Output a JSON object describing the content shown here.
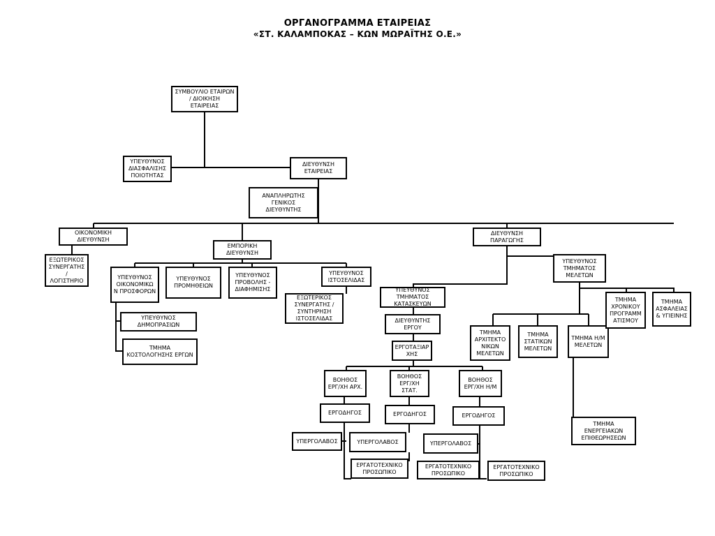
{
  "title_line1": "ΟΡΓΑΝΟΓΡΑΜΜΑ ΕΤΑΙΡΕΙΑΣ",
  "title_line2": "«ΣΤ. ΚΑΛΑΜΠΟΚΑΣ – ΚΩΝ ΜΩΡΑΪΤΗΣ Ο.Ε.»",
  "nodes": {
    "board": "ΣΥΜΒΟΥΛΙΟ ΕΤΑΙΡΩΝ\n/ ΔΙΟΙΚΗΣΗ\nΕΤΑΙΡΕΙΑΣ",
    "quality": "ΥΠΕΥΘΥΝΟΣ\nΔΙΑΣΦΑΛΙΣΗΣ\nΠΟΙΟΤΗΤΑΣ",
    "management": "ΔΙΕΥΘΥΝΣΗ\nΕΤΑΙΡΕΙΑΣ",
    "deputy": "ΑΝΑΠΛΗΡΩΤΗΣ\nΓΕΝΙΚΟΣ\nΔΙΕΥΘΥΝΤΗΣ",
    "finance": "ΟΙΚΟΝΟΜΙΚΗ\nΔΙΕΥΘΥΝΣΗ",
    "ext_accounting": "ΕΞΩΤΕΡΙΚΟΣ\nΣΥΝΕΡΓΑΤΗΣ /\nΛΟΓΙΣΤΗΡΙΟ",
    "commercial": "ΕΜΠΟΡΙΚΗ\nΔΙΕΥΘΥΝΣΗ",
    "fin_offers": "ΥΠΕΥΘΥΝΟΣ\nΟΙΚΟΝΟΜΙΚΩ\nΝ ΠΡΟΣΦΟΡΩΝ",
    "procurement": "ΥΠΕΥΘΥΝΟΣ\nΠΡΟΜΗΘΕΙΩΝ",
    "promotion": "ΥΠΕΥΘΥΝΟΣ\nΠΡΟΒΟΛΗΣ -\nΔΙΑΦΗΜΙΣΗΣ",
    "website": "ΥΠΕΥΘΥΝΟΣ\nΙΣΤΟΣΕΛΙΔΑΣ",
    "ext_website": "ΕΞΩΤΕΡΙΚΟΣ\nΣΥΝΕΡΓΑΤΗΣ /\nΣΥΝΤΗΡΗΣΗ\nΙΣΤΟΣΕΛΙΔΑΣ",
    "tenders": "ΥΠΕΥΘΥΝΟΣ\nΔΗΜΟΠΡΑΣΙΩΝ",
    "costing": "ΤΜΗΜΑ\nΚΟΣΤΟΛΟΓΗΣΗΣ ΕΡΓΩΝ",
    "production": "ΔΙΕΥΘΥΝΣΗ\nΠΑΡΑΓΩΓΗΣ",
    "studies": "ΥΠΕΥΘΥΝΟΣ\nΤΜΗΜΑΤΟΣ\nΜΕΛΕΤΩΝ",
    "construction": "ΥΠΕΥΘΥΝΟΣ\nΤΜΗΜΑΤΟΣ\nΚΑΤΑΣΚΕΥΩΝ",
    "project_director": "ΔΙΕΥΘΥΝΤΗΣ\nΕΡΓΟΥ",
    "site_manager": "ΕΡΓΟΤΑΞΙΑΡ\nΧΗΣ",
    "asst_arch": "ΒΟΗΘΟΣ\nΕΡΓ/ΧΗ ΑΡΧ.",
    "asst_stat": "ΒΟΗΘΟΣ\nΕΡΓ/ΧΗ\nΣΤΑΤ.",
    "asst_em": "ΒΟΗΘΟΣ\nΕΡΓ/ΧΗ Η/Μ",
    "foreman1": "ΕΡΓΟΔΗΓΟΣ",
    "foreman2": "ΕΡΓΟΔΗΓΟΣ",
    "foreman3": "ΕΡΓΟΔΗΓΟΣ",
    "sub1": "ΥΠΕΡΓΟΛΑΒΟΣ",
    "sub2": "ΥΠΕΡΓΟΛΑΒΟΣ",
    "sub3": "ΥΠΕΡΓΟΛΑΒΟΣ",
    "staff1": "ΕΡΓΑΤΟΤΕΧΝΙΚΟ\nΠΡΟΣΩΠΙΚΟ",
    "staff2": "ΕΡΓΑΤΟΤΕΧΝΙΚΟ\nΠΡΟΣΩΠΙΚΟ",
    "staff3": "ΕΡΓΑΤΟΤΕΧΝΙΚΟ\nΠΡΟΣΩΠΙΚΟ",
    "arch_studies": "ΤΜΗΜΑ\nΑΡΧΙΤΕΚΤΟ\nΝΙΚΩΝ\nΜΕΛΕΤΩΝ",
    "stat_studies": "ΤΜΗΜΑ\nΣΤΑΤΙΚΩΝ\nΜΕΛΕΤΩΝ",
    "em_studies": "ΤΜΗΜΑ Η/Μ\nΜΕΛΕΤΩΝ",
    "scheduling": "ΤΜΗΜΑ\nΧΡΟΝΙΚΟΥ\nΠΡΟΓΡΑΜΜ\nΑΤΙΣΜΟΥ",
    "safety": "ΤΜΗΜΑ\nΑΣΦΑΛΕΙΑΣ\n& ΥΓΙΕΙΝΗΣ",
    "energy": "ΤΜΗΜΑ\nΕΝΕΡΓΕΙΑΚΩΝ\nΕΠΙΘΕΩΡΗΣΕΩΝ"
  }
}
